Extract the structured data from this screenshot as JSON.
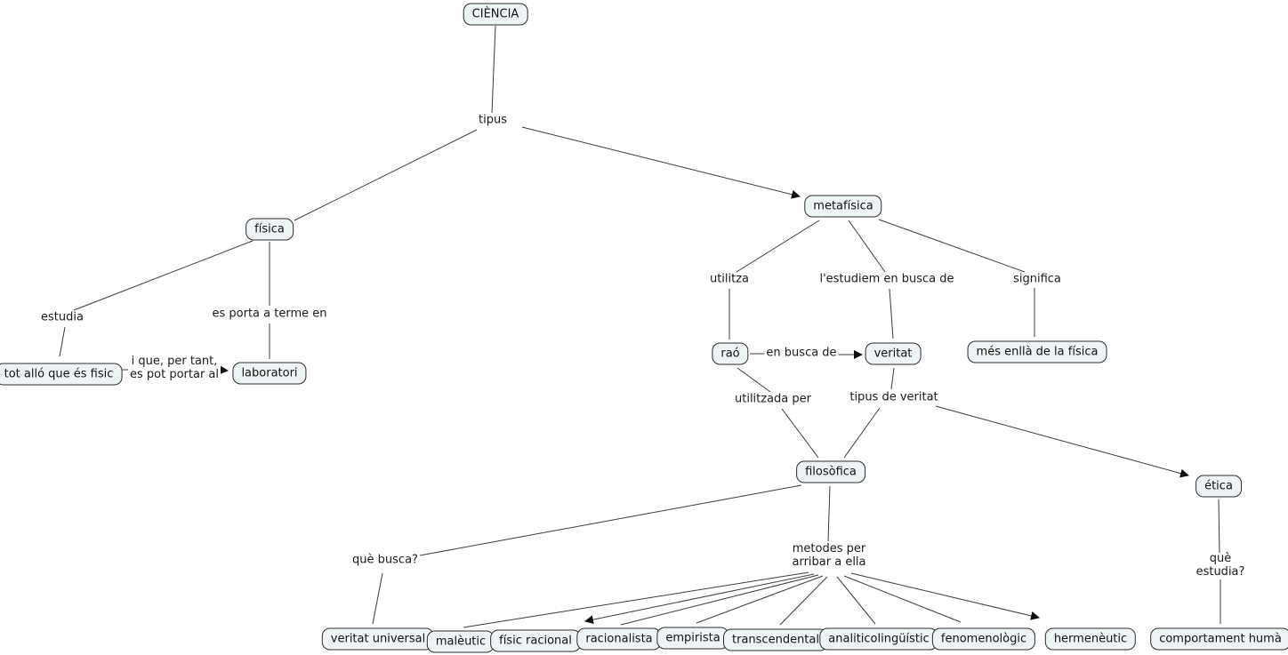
{
  "diagram_type": "concept-map",
  "nodes": {
    "ciencia": "CIÈNCIA",
    "fisica": "física",
    "metafisica": "metafísica",
    "tot_allo": "tot alló que és fisic",
    "laboratori": "laboratori",
    "rao": "raó",
    "veritat": "veritat",
    "mes_enlla": "més enllà de la física",
    "filosofica": "filosòfica",
    "etica": "ética",
    "veritat_universal": "veritat universal",
    "maleutic": "malèutic",
    "fisic_racional": "físic racional",
    "racionalista": "racionalista",
    "empirista": "empirista",
    "transcendental": "transcendental",
    "analiticolinguistic": "analiticolingüístic",
    "fenomenologic": "fenomenològic",
    "hermeneutic": "hermenèutic",
    "comportament_huma": "comportament humà"
  },
  "edge_labels": {
    "tipus": "tipus",
    "estudia": "estudia",
    "es_porta_a_terme_en": "es porta a terme en",
    "i_que_per_tant": "i que, per tant,\nes pot portar al",
    "utilitza": "utilitza",
    "estudiem_en_busca": "l'estudiem en busca de",
    "significa": "significa",
    "en_busca_de": "en busca de",
    "utilitzada_per": "utilitzada per",
    "tipus_de_veritat": "tipus de veritat",
    "que_busca": "què busca?",
    "metodes": "metodes per\narribar a ella",
    "que_estudia": "què estudia?"
  },
  "edges": [
    {
      "from": "ciencia",
      "label": "tipus",
      "to": "fisica",
      "arrow": false
    },
    {
      "from": "ciencia",
      "label": "tipus",
      "to": "metafisica",
      "arrow": true
    },
    {
      "from": "fisica",
      "label": "estudia",
      "to": "tot_allo",
      "arrow": false
    },
    {
      "from": "fisica",
      "label": "es_porta_a_terme_en",
      "to": "laboratori",
      "arrow": false
    },
    {
      "from": "tot_allo",
      "label": "i_que_per_tant",
      "to": "laboratori",
      "arrow": true
    },
    {
      "from": "metafisica",
      "label": "utilitza",
      "to": "rao",
      "arrow": false
    },
    {
      "from": "metafisica",
      "label": "estudiem_en_busca",
      "to": "veritat",
      "arrow": false
    },
    {
      "from": "metafisica",
      "label": "significa",
      "to": "mes_enlla",
      "arrow": false
    },
    {
      "from": "rao",
      "label": "en_busca_de",
      "to": "veritat",
      "arrow": true
    },
    {
      "from": "rao",
      "label": "utilitzada_per",
      "to": "filosofica",
      "arrow": false
    },
    {
      "from": "veritat",
      "label": "tipus_de_veritat",
      "to": "filosofica",
      "arrow": false
    },
    {
      "from": "veritat",
      "label": "tipus_de_veritat",
      "to": "etica",
      "arrow": true
    },
    {
      "from": "filosofica",
      "label": "que_busca",
      "to": "veritat_universal",
      "arrow": false
    },
    {
      "from": "filosofica",
      "label": "metodes",
      "to": "maleutic",
      "arrow": false
    },
    {
      "from": "filosofica",
      "label": "metodes",
      "to": "fisic_racional",
      "arrow": true
    },
    {
      "from": "filosofica",
      "label": "metodes",
      "to": "racionalista",
      "arrow": false
    },
    {
      "from": "filosofica",
      "label": "metodes",
      "to": "empirista",
      "arrow": false
    },
    {
      "from": "filosofica",
      "label": "metodes",
      "to": "transcendental",
      "arrow": false
    },
    {
      "from": "filosofica",
      "label": "metodes",
      "to": "analiticolinguistic",
      "arrow": false
    },
    {
      "from": "filosofica",
      "label": "metodes",
      "to": "fenomenologic",
      "arrow": false
    },
    {
      "from": "filosofica",
      "label": "metodes",
      "to": "hermeneutic",
      "arrow": true
    },
    {
      "from": "etica",
      "label": "que_estudia",
      "to": "comportament_huma",
      "arrow": false
    }
  ],
  "colors": {
    "background": "#ffffff",
    "node_fill": "#eef4f5",
    "node_border": "#2e2e2e",
    "line": "#3c3c3c",
    "text": "#111111"
  }
}
